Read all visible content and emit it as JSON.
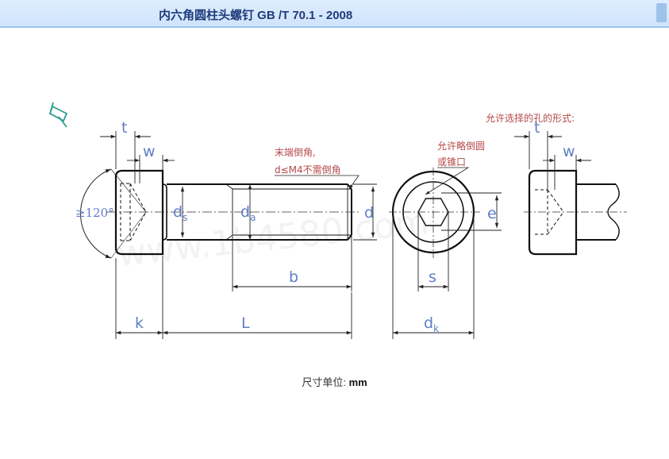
{
  "header": {
    "title": "内六角圆柱头螺钉 GB /T 70.1 - 2008"
  },
  "drawing": {
    "notes": {
      "end_chamfer": "末端倒角,",
      "no_chamfer": "d≤M4不需倒角",
      "hole_chamfer_line1": "允许略倒圆",
      "hole_chamfer_line2": "或锥口",
      "hole_form": "允许选择的孔的形式:"
    },
    "labels": {
      "t": "t",
      "w": "w",
      "angle": "≥120°",
      "ds_main": "d",
      "ds_sub": "s",
      "da_main": "d",
      "da_sub": "a",
      "d": "d",
      "b": "b",
      "k": "k",
      "L": "L",
      "dk_main": "d",
      "dk_sub": "k",
      "e": "e",
      "s": "s",
      "t2": "t",
      "w2": "w"
    },
    "watermark": "www.1b4580.com"
  },
  "footer": {
    "unit_label": "尺寸单位:",
    "unit_value": "mm"
  },
  "colors": {
    "header_text": "#1f3b7a",
    "dimension": "#5f7dc8",
    "note": "#b44848",
    "outline": "#111111",
    "pin_icon": "#2a9d8f"
  }
}
